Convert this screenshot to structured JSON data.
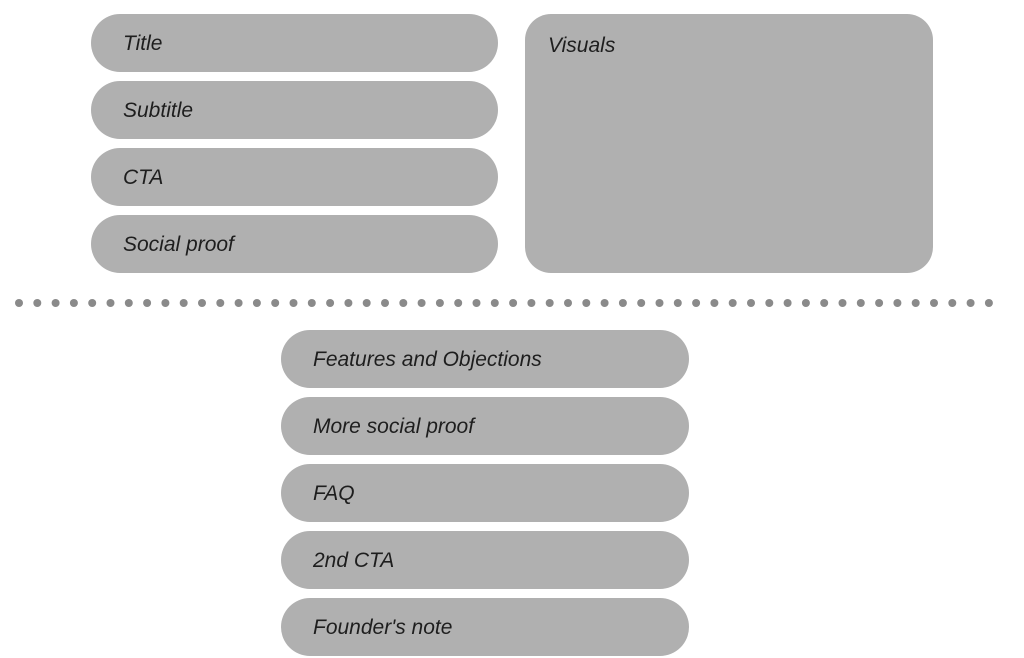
{
  "hero": {
    "title": "Title",
    "subtitle": "Subtitle",
    "cta": "CTA",
    "social_proof": "Social proof",
    "visuals": "Visuals"
  },
  "sections": {
    "features": "Features and Objections",
    "more_social_proof": "More social proof",
    "faq": "FAQ",
    "second_cta": "2nd CTA",
    "founders_note": "Founder's note"
  },
  "colors": {
    "block_fill": "#b0b0b0",
    "dot_fill": "#8a8a8a",
    "text": "#1e1e1e"
  }
}
